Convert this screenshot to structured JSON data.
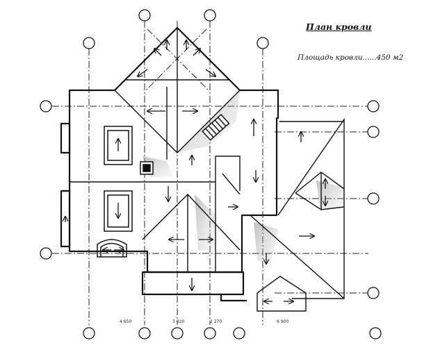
{
  "sheet": {
    "title": "План   кровли",
    "area_label": "Площадь кровли......450 м2"
  },
  "dimensions": [
    "4 650",
    "3 020",
    "2 270",
    "6 900"
  ],
  "colors": {
    "ink": "#111111",
    "shadow": "#9a9a9a"
  },
  "icons": [
    "axis-bubble",
    "slope-arrow",
    "chimney",
    "skylight"
  ]
}
